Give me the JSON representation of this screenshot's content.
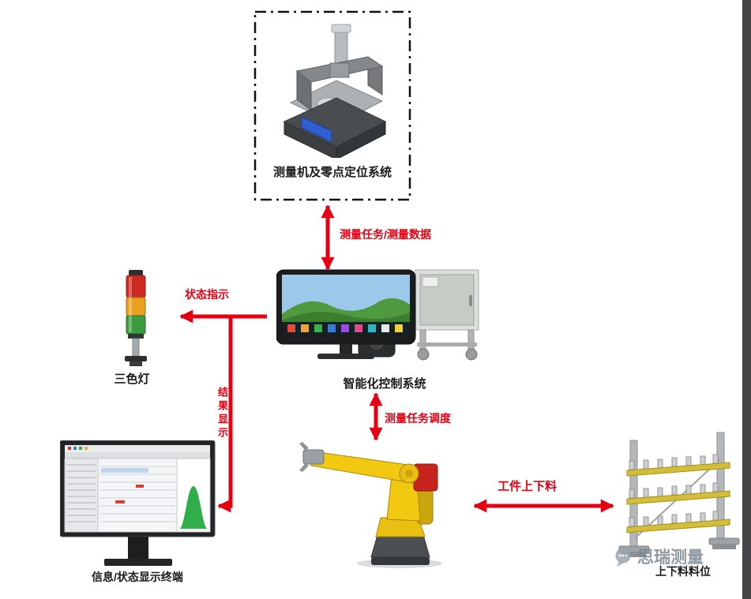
{
  "diagram": {
    "machine_box": {
      "label": "测量机及零点定位系统"
    },
    "control_system": {
      "label": "智能化控制系统"
    },
    "tricolor_light": {
      "label": "三色灯"
    },
    "display_terminal": {
      "label": "信息/状态显示终端"
    },
    "loading_rack": {
      "label": "上下料料位"
    },
    "arrows": {
      "measure_task_data": "测量任务/测量数据",
      "status_indication": "状态指示",
      "result_display": "结果显示",
      "task_scheduling": "测量任务调度",
      "workpiece_transfer": "工件上下料"
    },
    "watermark": {
      "text": "思瑞测量"
    },
    "colors": {
      "arrow_red": "#e60012",
      "label_black": "#1a1a1a",
      "robot_yellow": "#f2c811",
      "light_red": "#cd2a22",
      "light_amber": "#e8a01e",
      "light_green": "#3d9b3f",
      "watermark_gray": "#8e98a2"
    }
  }
}
